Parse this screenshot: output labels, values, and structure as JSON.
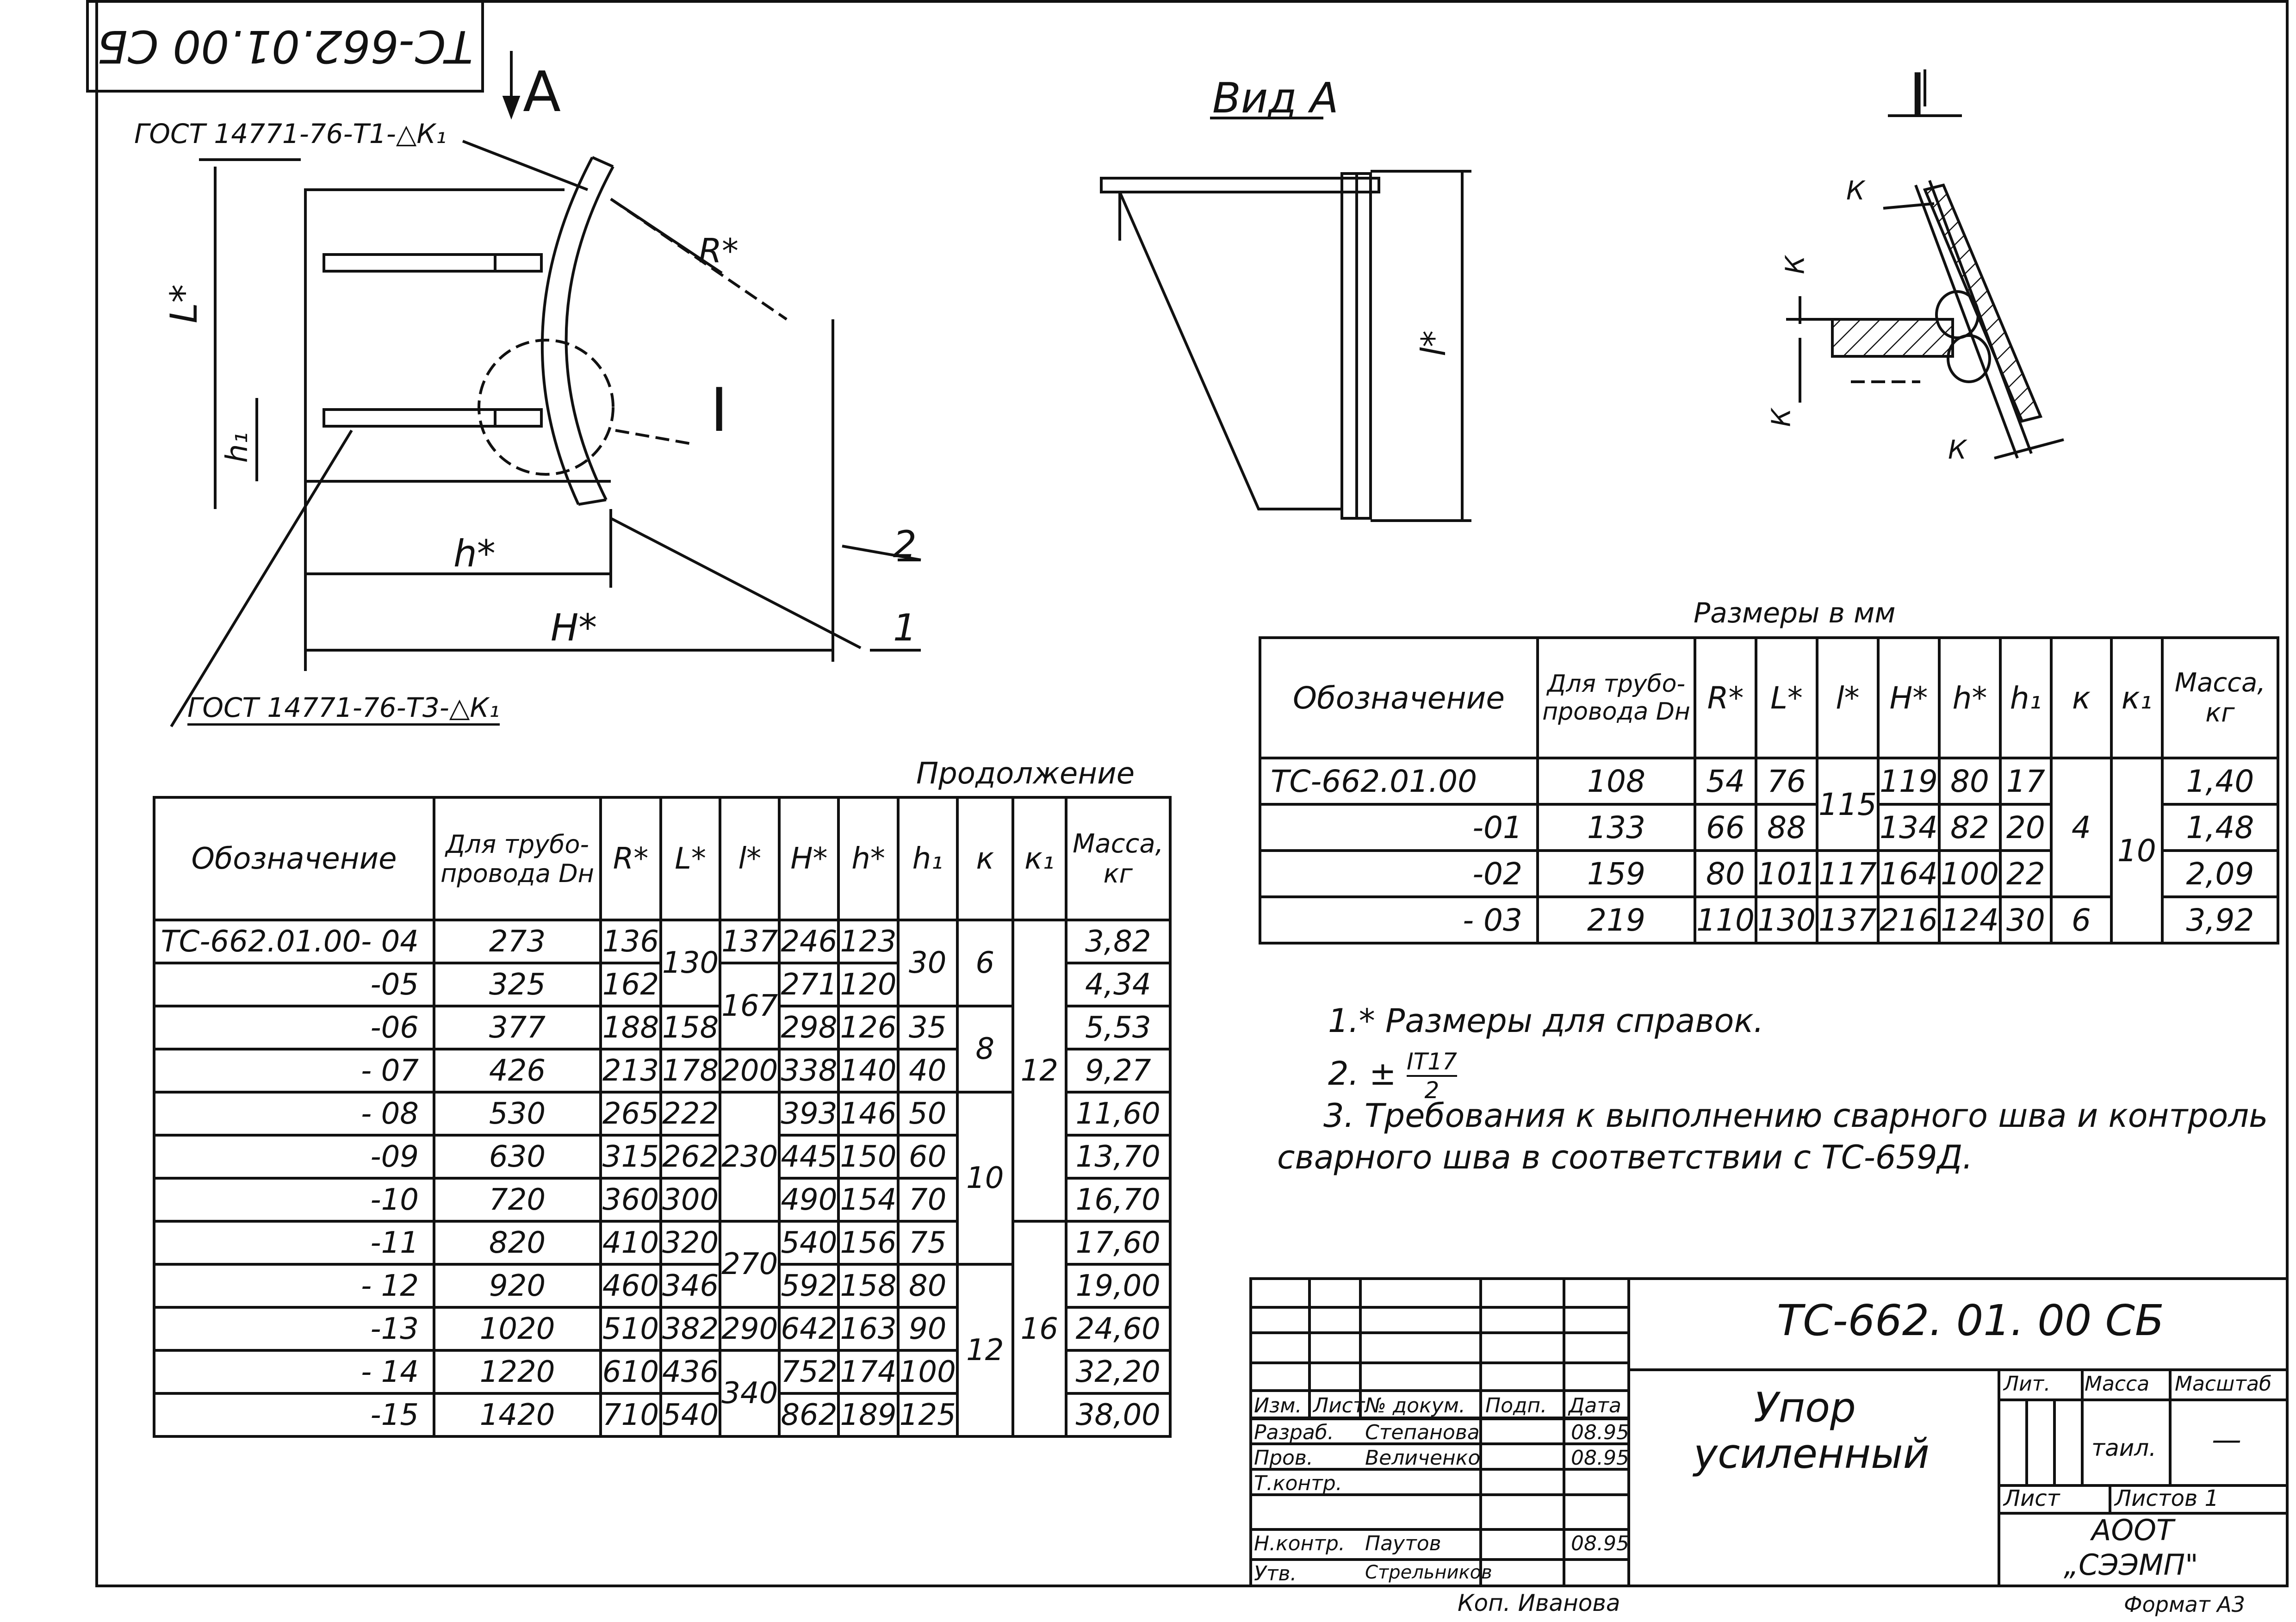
{
  "doc_code_rotated": "ТС-662.01.00 СБ",
  "view_arrow_label": "А",
  "main_view": {
    "gost_top": "ГОСТ 14771-76-Т1-△К₁",
    "gost_bottom": "ГОСТ 14771-76-Т3-△К₁",
    "dims": {
      "L": "L*",
      "h1": "h₁",
      "h": "h*",
      "H": "H*",
      "R": "R*"
    },
    "detail_mark": "I",
    "pos_1": "1",
    "pos_2": "2"
  },
  "view_a": {
    "title": "Вид А",
    "dim_l": "l*"
  },
  "detail_i": {
    "title": "I",
    "k": "К"
  },
  "units_caption": "Размеры в мм",
  "top_table": {
    "headers": [
      "Обозначение",
      "Для трубо-провода Dн",
      "R*",
      "L*",
      "l*",
      "H*",
      "h*",
      "h₁",
      "к",
      "к₁",
      "Масса, кг"
    ],
    "rows": [
      {
        "designation": "ТС-662.01.00",
        "dn": "108",
        "R": "54",
        "L": "76",
        "H": "119",
        "h": "80",
        "h1": "17",
        "mass": "1,40"
      },
      {
        "designation": "-01",
        "dn": "133",
        "R": "66",
        "L": "88",
        "H": "134",
        "h": "82",
        "h1": "20",
        "mass": "1,48"
      },
      {
        "designation": "-02",
        "dn": "159",
        "R": "80",
        "L": "101",
        "H": "164",
        "h": "100",
        "h1": "22",
        "mass": "2,09"
      },
      {
        "designation": "- 03",
        "dn": "219",
        "R": "110",
        "L": "130",
        "H": "216",
        "h": "124",
        "h1": "30",
        "mass": "3,92"
      }
    ],
    "l_115": "115",
    "l_117": "117",
    "l_137": "137",
    "k_4": "4",
    "k_6": "6",
    "k1_10": "10"
  },
  "continuation_caption": "Продолжение",
  "bottom_table": {
    "headers": [
      "Обозначение",
      "Для трубо-провода Dн",
      "R*",
      "L*",
      "l*",
      "H*",
      "h*",
      "h₁",
      "к",
      "к₁",
      "Масса, кг"
    ],
    "rows": [
      {
        "designation": "ТС-662.01.00- 04",
        "dn": "273",
        "R": "136",
        "H": "246",
        "h": "123",
        "mass": "3,82"
      },
      {
        "designation": "-05",
        "dn": "325",
        "R": "162",
        "H": "271",
        "h": "120",
        "mass": "4,34"
      },
      {
        "designation": "-06",
        "dn": "377",
        "R": "188",
        "L": "158",
        "H": "298",
        "h": "126",
        "h1": "35",
        "mass": "5,53"
      },
      {
        "designation": "- 07",
        "dn": "426",
        "R": "213",
        "L": "178",
        "H": "338",
        "h": "140",
        "h1": "40",
        "mass": "9,27"
      },
      {
        "designation": "- 08",
        "dn": "530",
        "R": "265",
        "L": "222",
        "H": "393",
        "h": "146",
        "h1": "50",
        "mass": "11,60"
      },
      {
        "designation": "-09",
        "dn": "630",
        "R": "315",
        "L": "262",
        "H": "445",
        "h": "150",
        "h1": "60",
        "mass": "13,70"
      },
      {
        "designation": "-10",
        "dn": "720",
        "R": "360",
        "L": "300",
        "H": "490",
        "h": "154",
        "h1": "70",
        "mass": "16,70"
      },
      {
        "designation": "-11",
        "dn": "820",
        "R": "410",
        "L": "320",
        "H": "540",
        "h": "156",
        "h1": "75",
        "mass": "17,60"
      },
      {
        "designation": "- 12",
        "dn": "920",
        "R": "460",
        "L": "346",
        "H": "592",
        "h": "158",
        "h1": "80",
        "mass": "19,00"
      },
      {
        "designation": "-13",
        "dn": "1020",
        "R": "510",
        "L": "382",
        "H": "642",
        "h": "163",
        "h1": "90",
        "mass": "24,60"
      },
      {
        "designation": "- 14",
        "dn": "1220",
        "R": "610",
        "L": "436",
        "H": "752",
        "h": "174",
        "h1": "100",
        "mass": "32,20"
      },
      {
        "designation": "-15",
        "dn": "1420",
        "R": "710",
        "L": "540",
        "H": "862",
        "h": "189",
        "h1": "125",
        "mass": "38,00"
      }
    ],
    "L_130": "130",
    "l_137": "137",
    "l_167": "167",
    "l_200": "200",
    "l_230": "230",
    "l_270": "270",
    "l_290": "290",
    "l_340": "340",
    "h1_30": "30",
    "k_6": "6",
    "k_8": "8",
    "k_10": "10",
    "k_12": "12",
    "k1_12": "12",
    "k1_16": "16"
  },
  "notes": {
    "n1": "1.* Размеры для справок.",
    "n2_prefix": "2. ±",
    "n2_num": "IT17",
    "n2_den": "2",
    "n3_line1": "3. Требования к выполнению сварного шва и контроль",
    "n3_line2": "сварного шва в соответствии с ТС-659Д."
  },
  "title_block": {
    "doc_code": "ТС-662. 01. 00 СБ",
    "name_line1": "Упор",
    "name_line2": "усиленный",
    "col_headers": [
      "Изм.",
      "Лист",
      "№ докум.",
      "Подп.",
      "Дата"
    ],
    "rows": [
      {
        "role": "Разраб.",
        "name": "Степанова",
        "date": "08.95"
      },
      {
        "role": "Пров.",
        "name": "Величенко",
        "date": "08.95"
      },
      {
        "role": "Т.контр.",
        "name": "",
        "date": ""
      },
      {
        "role": "",
        "name": "",
        "date": ""
      },
      {
        "role": "Н.контр.",
        "name": "Паутов",
        "date": "08.95"
      },
      {
        "role": "Утв.",
        "name": "Стрельников",
        "date": ""
      }
    ],
    "lit": "Лит.",
    "mass": "Масса",
    "scale": "Масштаб",
    "scale_value": "—",
    "mass_value": "таил.",
    "sheet": "Лист",
    "sheets": "Листов 1",
    "org_line1": "АООТ",
    "org_line2": "„СЭЭМП\""
  },
  "copied_by": "Коп. Иванова",
  "format": "Формат А3"
}
